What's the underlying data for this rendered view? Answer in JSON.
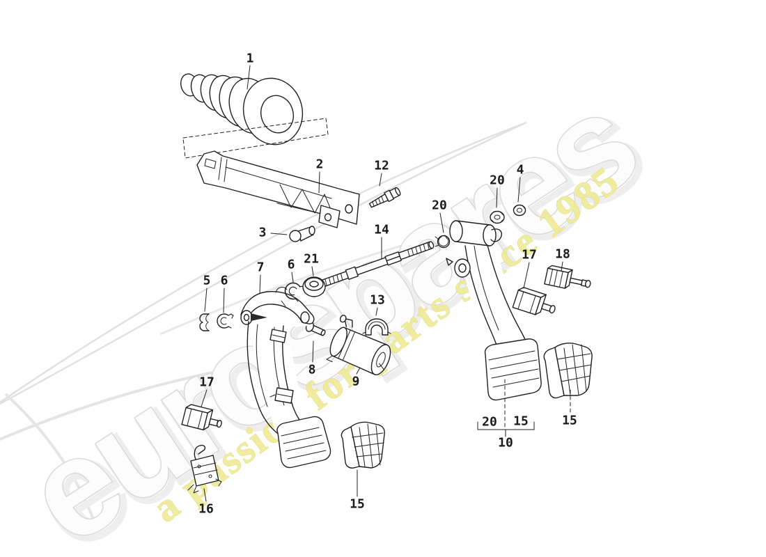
{
  "watermark": {
    "brand": "eurospares",
    "tagline": "a passion for parts since 1985"
  },
  "colors": {
    "line": "#1f1f1f",
    "brand_fill": "#fcfcfc",
    "brand_outline": "#d9d9d9",
    "tagline_fill": "#eeeb96",
    "swoosh_fill": "#ffffff",
    "swoosh_edge": "#e0e0e0",
    "background": "#ffffff"
  },
  "callouts": [
    {
      "label": "1"
    },
    {
      "label": "2"
    },
    {
      "label": "3"
    },
    {
      "label": "12"
    },
    {
      "label": "14"
    },
    {
      "label": "20"
    },
    {
      "label": "20"
    },
    {
      "label": "4"
    },
    {
      "label": "7"
    },
    {
      "label": "6"
    },
    {
      "label": "21"
    },
    {
      "label": "5"
    },
    {
      "label": "6"
    },
    {
      "label": "13"
    },
    {
      "label": "8"
    },
    {
      "label": "9"
    },
    {
      "label": "17"
    },
    {
      "label": "16"
    },
    {
      "label": "15"
    },
    {
      "label": "17"
    },
    {
      "label": "18"
    },
    {
      "label": "15"
    },
    {
      "label": "20"
    },
    {
      "label": "15"
    },
    {
      "label": "10"
    }
  ]
}
